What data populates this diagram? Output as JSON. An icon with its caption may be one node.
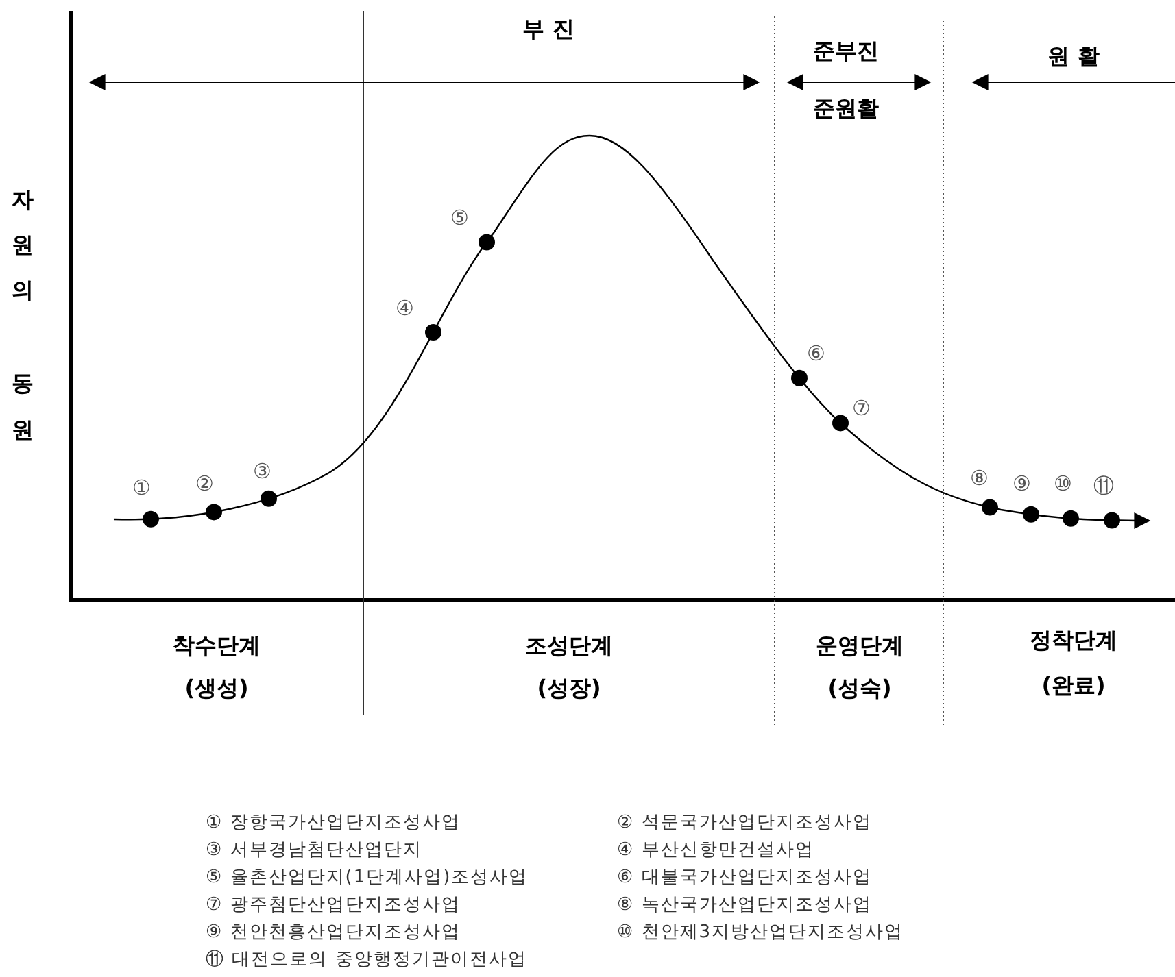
{
  "diagram": {
    "labels": [
      "부 진",
      "준부진",
      "원 활",
      "준원활",
      "자원의 동원",
      "①",
      "②",
      "③",
      "④",
      "⑤",
      "⑥",
      "⑦",
      "⑧",
      "⑨",
      "⑩",
      "⑪",
      "착수단계",
      "(생성)",
      "조성단계",
      "(성장)",
      "운영단계",
      "(성숙)",
      "정착단계",
      "(완료)",
      "① 장항국가산업단지조성사업",
      "② 석문국가산업단지조성사업",
      "③ 서부경남첨단산업단지",
      "④ 부산신항만건설사업",
      "⑤ 율촌산업단지(1단계사업)조성사업",
      "⑥ 대불국가산업단지조성사업",
      "⑦ 광주첨단산업단지조성사업",
      "⑧ 녹산국가산업단지조성사업",
      "⑨ 천안천흥산업단지조성사업",
      "⑩ 천안제3지방산업단지조성사업",
      "⑪ 대전으로의 중앙행정기관이전사업"
    ]
  }
}
